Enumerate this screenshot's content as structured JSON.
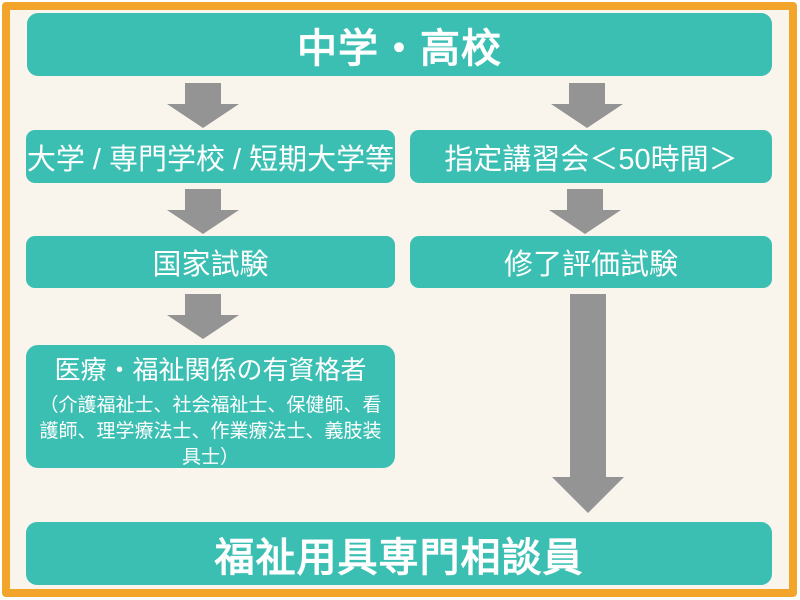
{
  "colors": {
    "border_orange": "#f2a42b",
    "background_cream": "#f9f5ec",
    "node_teal": "#3cbfb3",
    "arrow_gray": "#949494",
    "text_white": "#ffffff"
  },
  "flowchart": {
    "top": {
      "label": "中学・高校"
    },
    "left_path": {
      "step1": {
        "label": "大学 / 専門学校 / 短期大学等"
      },
      "step2": {
        "label": "国家試験"
      },
      "step3": {
        "label": "医療・福祉関係の有資格者",
        "sublabel": "（介護福祉士、社会福祉士、保健師、看護師、理学療法士、作業療法士、義肢装具士）"
      }
    },
    "right_path": {
      "step1": {
        "label": "指定講習会＜50時間＞"
      },
      "step2": {
        "label": "修了評価試験"
      }
    },
    "bottom": {
      "label": "福祉用具専門相談員"
    }
  }
}
